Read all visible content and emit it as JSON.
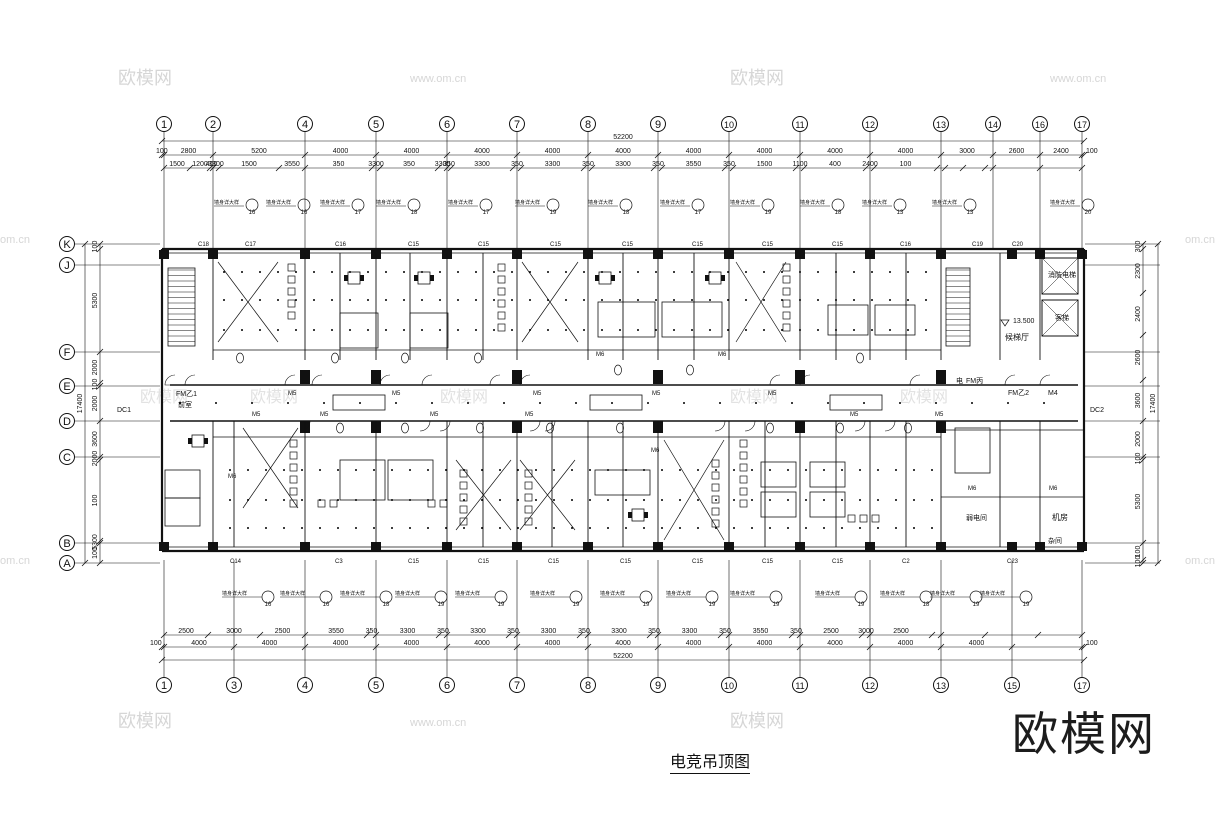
{
  "caption": "电竞吊顶图",
  "brand": "欧模网",
  "watermarks": {
    "logo": "欧模网",
    "url": "www.om.cn",
    "side": "om.cn"
  },
  "grid": {
    "top_columns": [
      "1",
      "2",
      "4",
      "5",
      "6",
      "7",
      "8",
      "9",
      "10",
      "11",
      "12",
      "13",
      "14",
      "16",
      "17"
    ],
    "bottom_columns": [
      "1",
      "3",
      "4",
      "5",
      "6",
      "7",
      "8",
      "9",
      "10",
      "11",
      "12",
      "13",
      "15",
      "17"
    ],
    "rows": [
      "K",
      "J",
      "F",
      "E",
      "D",
      "C",
      "B",
      "A"
    ]
  },
  "dimensions": {
    "overall": "52200",
    "top_row1": [
      "100",
      "2800",
      "5200",
      "4000",
      "4000",
      "4000",
      "4000",
      "4000",
      "4000",
      "3000",
      "2600",
      "2400",
      "100"
    ],
    "top_row2": [
      "1500",
      "1200",
      "400",
      "3300",
      "1500",
      "3550",
      "350",
      "3300",
      "350",
      "3300",
      "350",
      "3300",
      "350",
      "3300",
      "350",
      "3300",
      "350",
      "3550",
      "350",
      "1500",
      "1100",
      "400",
      "2400",
      "100"
    ],
    "bottom_row1": [
      "2500",
      "3000",
      "2500",
      "3550",
      "350",
      "3300",
      "350",
      "3300",
      "350",
      "3300",
      "350",
      "3300",
      "350",
      "3300",
      "350",
      "3550",
      "350",
      "2500",
      "3000",
      "2500"
    ],
    "bottom_row2": [
      "100",
      "4000",
      "4000",
      "4000",
      "4000",
      "4000",
      "4000",
      "4000",
      "4000",
      "4000",
      "4000",
      "4000",
      "4000",
      "100"
    ],
    "right": [
      "300",
      "2300",
      "2400",
      "2600",
      "3600",
      "2000",
      "100",
      "5300",
      "100",
      "100"
    ],
    "right_total": "17400",
    "left": [
      "100",
      "5300",
      "2000",
      "100",
      "2000",
      "3600",
      "2000",
      "100",
      "5300",
      "100",
      "100"
    ],
    "left_total": "17400"
  },
  "labels": {
    "elevation": "13.500",
    "lobby": "候梯厅",
    "front_room": "前室",
    "machine_room": "机房",
    "weak_room": "弱电间",
    "misc_room": "杂间",
    "fire_elevator": "消防电梯",
    "elevator": "客梯",
    "fm1": "FM乙1",
    "fm2": "FM乙2",
    "m4": "M4",
    "m5": "M5",
    "m6": "M6",
    "dc1": "DC1",
    "dc2": "DC2",
    "c14": "C14",
    "c15": "C15",
    "c16": "C16",
    "c17": "C17",
    "c18": "C18",
    "c19": "C19",
    "c20": "C20",
    "c23": "C23",
    "c2": "C2",
    "c3": "C3",
    "detail_text": "墙身详大样",
    "detail_refs_top": [
      "16",
      "16",
      "17",
      "18",
      "17",
      "19",
      "18",
      "17",
      "19",
      "18",
      "13",
      "13",
      "20"
    ],
    "detail_refs_bottom": [
      "16",
      "16",
      "18",
      "19",
      "19",
      "19",
      "19",
      "19",
      "19",
      "19",
      "18",
      "19",
      "19"
    ]
  }
}
